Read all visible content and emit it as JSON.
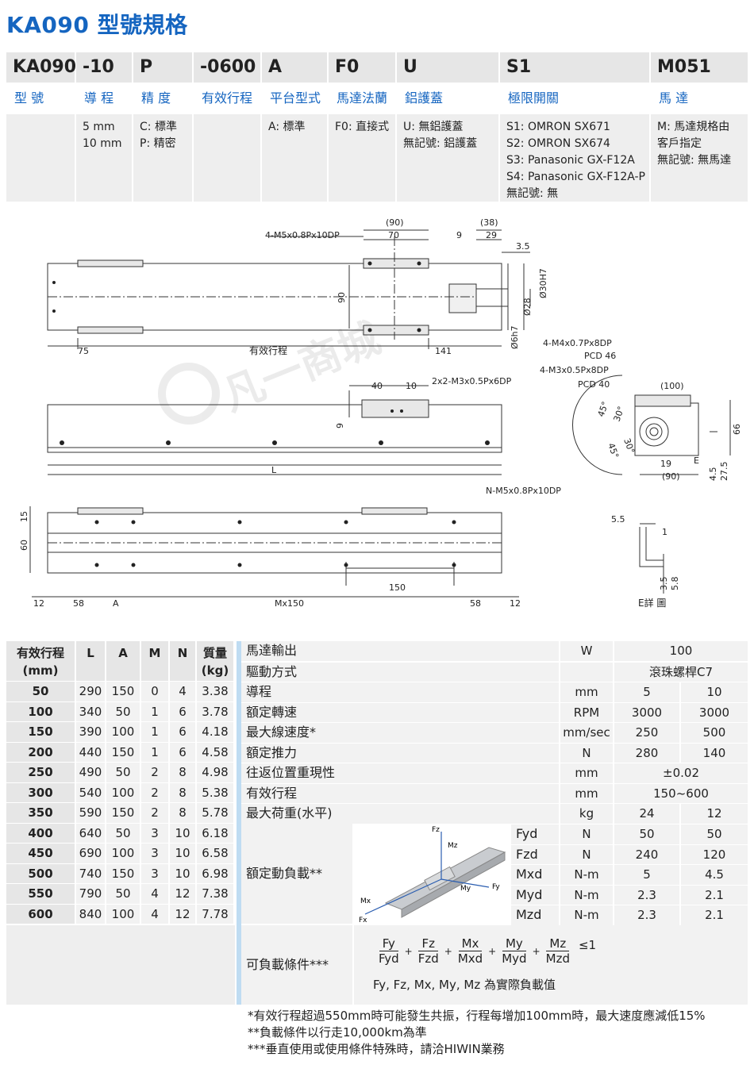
{
  "title": "KA090 型號規格",
  "model_code": {
    "headers": [
      "KA090",
      "-10",
      "P",
      "-0600",
      "A",
      "F0",
      "U",
      "S1",
      "M051"
    ],
    "labels": [
      "型 號",
      "導 程",
      "精 度",
      "有效行程",
      "平台型式",
      "馬達法蘭",
      "鋁護蓋",
      "極限開關",
      "馬 達"
    ],
    "details": [
      "",
      "5 mm\n10 mm",
      "C: 標準\nP: 精密",
      "",
      "A: 標準",
      "F0: 直接式",
      "U: 無鋁護蓋\n無記號: 鋁護蓋",
      "S1: OMRON SX671\nS2: OMRON SX674\nS3: Panasonic GX-F12A\nS4: Panasonic GX-F12A-P\n無記號: 無",
      "M: 馬達規格由\n客戶指定\n無記號: 無馬達"
    ]
  },
  "drawing": {
    "dims": {
      "d90_top": "(90)",
      "d70": "70",
      "d38": "(38)",
      "d9": "9",
      "d29": "29",
      "d35": "3.5",
      "hole_top": "4-M5x0.8Px10DP",
      "d90v": "90",
      "d30h7": "Ø30H7",
      "d28": "Ø28",
      "d6h7": "Ø6h7",
      "d75": "75",
      "stroke": "有效行程",
      "d141": "141",
      "d40": "40",
      "d10": "10",
      "hole_mid": "2x2-M3x0.5Px6DP",
      "d9b": "9",
      "dL": "L",
      "m4": "4-M4x0.7Px8DP",
      "pcd46": "PCD 46",
      "m3": "4-M3x0.5Px8DP",
      "pcd40": "PCD 40",
      "d100": "(100)",
      "a45a": "45°",
      "a30a": "30°",
      "a30b": "30°",
      "a45b": "45°",
      "d66": "66",
      "d19": "19",
      "dE": "E",
      "d90b": "(90)",
      "d45": "4.5",
      "d275": "27.5",
      "hole_bot": "N-M5x0.8Px10DP",
      "d15": "15",
      "d60": "60",
      "d12a": "12",
      "d58a": "58",
      "dA": "A",
      "dMx": "Mx150",
      "d150": "150",
      "d58b": "58",
      "d12b": "12",
      "d55": "5.5",
      "d1": "1",
      "d35b": "3.5",
      "d58c": "5.8",
      "edetail": "E詳 圖"
    },
    "watermark": "凡一商城"
  },
  "spec": {
    "left_headers": [
      "有效行程\n(mm)",
      "L",
      "A",
      "M",
      "N",
      "質量\n(kg)"
    ],
    "left_rows": [
      [
        "50",
        "290",
        "150",
        "0",
        "4",
        "3.38"
      ],
      [
        "100",
        "340",
        "50",
        "1",
        "6",
        "3.78"
      ],
      [
        "150",
        "390",
        "100",
        "1",
        "6",
        "4.18"
      ],
      [
        "200",
        "440",
        "150",
        "1",
        "6",
        "4.58"
      ],
      [
        "250",
        "490",
        "50",
        "2",
        "8",
        "4.98"
      ],
      [
        "300",
        "540",
        "100",
        "2",
        "8",
        "5.38"
      ],
      [
        "350",
        "590",
        "150",
        "2",
        "8",
        "5.78"
      ],
      [
        "400",
        "640",
        "50",
        "3",
        "10",
        "6.18"
      ],
      [
        "450",
        "690",
        "100",
        "3",
        "10",
        "6.58"
      ],
      [
        "500",
        "740",
        "150",
        "3",
        "10",
        "6.98"
      ],
      [
        "550",
        "790",
        "50",
        "4",
        "12",
        "7.38"
      ],
      [
        "600",
        "840",
        "100",
        "4",
        "12",
        "7.78"
      ]
    ],
    "right_rows": [
      {
        "name": "馬達輸出",
        "unit": "W",
        "values": [
          "100"
        ]
      },
      {
        "name": "驅動方式",
        "unit": "",
        "values": [
          "滾珠螺桿C7"
        ]
      },
      {
        "name": "導程",
        "unit": "mm",
        "values": [
          "5",
          "10"
        ]
      },
      {
        "name": "額定轉速",
        "unit": "RPM",
        "values": [
          "3000",
          "3000"
        ]
      },
      {
        "name": "最大線速度*",
        "unit": "mm/sec",
        "values": [
          "250",
          "500"
        ]
      },
      {
        "name": "額定推力",
        "unit": "N",
        "values": [
          "280",
          "140"
        ]
      },
      {
        "name": "往返位置重現性",
        "unit": "mm",
        "values": [
          "±0.02"
        ]
      },
      {
        "name": "有效行程",
        "unit": "mm",
        "values": [
          "150~600"
        ]
      },
      {
        "name": "最大荷重(水平)",
        "unit": "kg",
        "values": [
          "24",
          "12"
        ]
      }
    ],
    "load_label": "額定動負載**",
    "load_rows": [
      {
        "name": "Fyd",
        "unit": "N",
        "values": [
          "50",
          "50"
        ]
      },
      {
        "name": "Fzd",
        "unit": "N",
        "values": [
          "240",
          "120"
        ]
      },
      {
        "name": "Mxd",
        "unit": "N-m",
        "values": [
          "5",
          "4.5"
        ]
      },
      {
        "name": "Myd",
        "unit": "N-m",
        "values": [
          "2.3",
          "2.1"
        ]
      },
      {
        "name": "Mzd",
        "unit": "N-m",
        "values": [
          "2.3",
          "2.1"
        ]
      }
    ],
    "axis_labels": {
      "fz": "Fz",
      "mz": "Mz",
      "my": "My",
      "fy": "Fy",
      "mx": "Mx",
      "fx": "Fx"
    },
    "cond_label": "可負載條件***",
    "formula": {
      "nums": [
        "Fy",
        "Fz",
        "Mx",
        "My",
        "Mz"
      ],
      "dens": [
        "Fyd",
        "Fzd",
        "Mxd",
        "Myd",
        "Mzd"
      ],
      "plus": "+",
      "le": "≤1",
      "note": "Fy, Fz, Mx, My, Mz 為實際負載值"
    }
  },
  "notes": [
    "*有效行程超過550mm時可能發生共振，行程每增加100mm時，最大速度應減低15%",
    "**負載條件以行走10,000km為準",
    "***垂直使用或使用條件特殊時，請洽HIWIN業務"
  ]
}
